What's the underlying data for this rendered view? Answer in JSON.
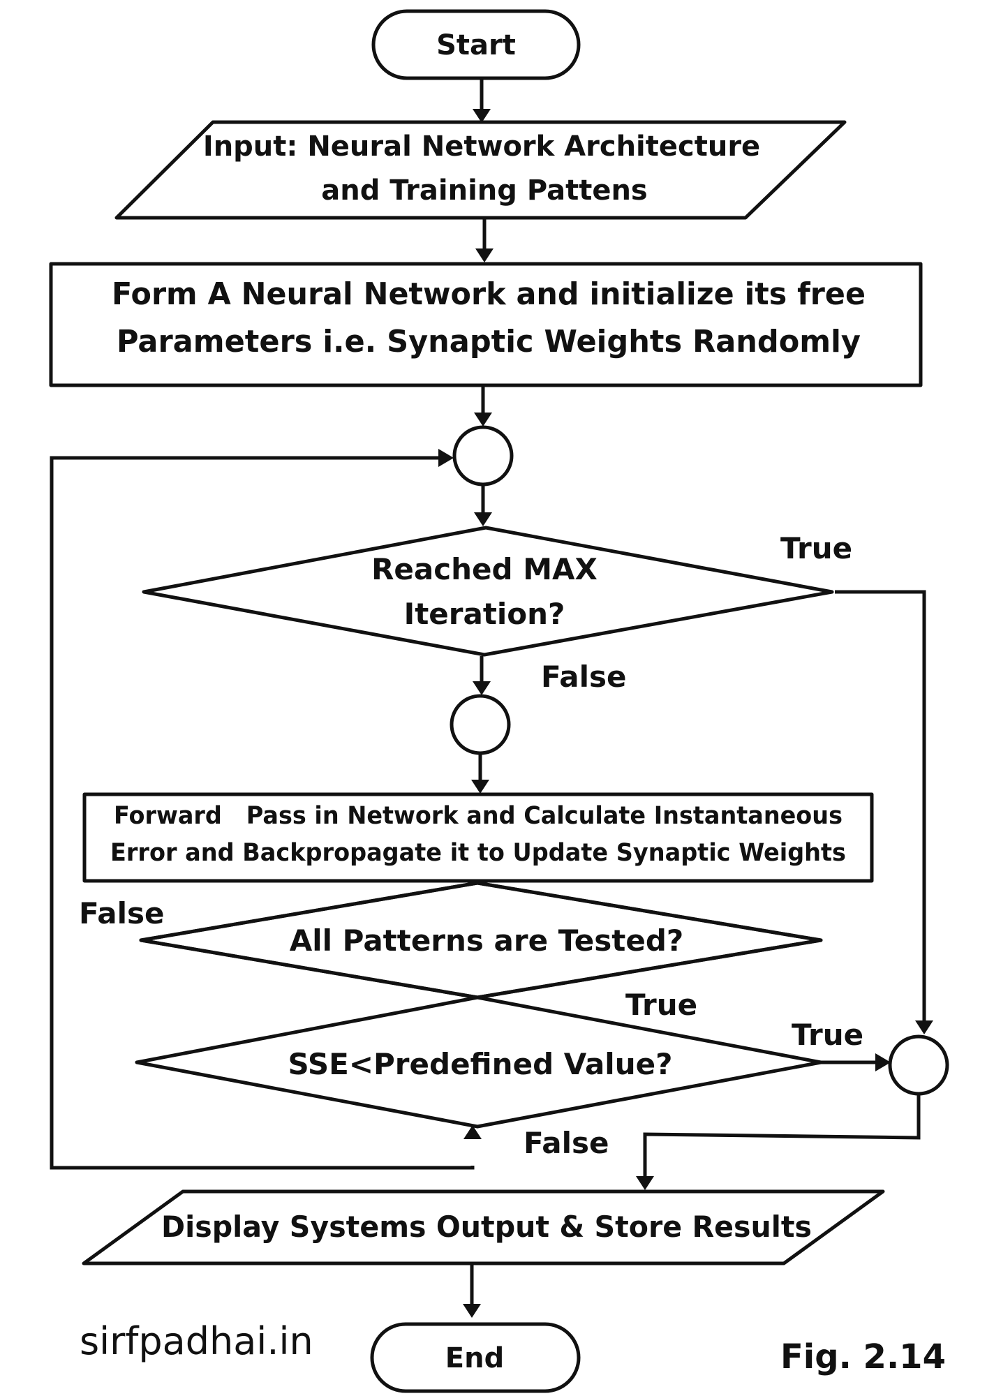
{
  "flowchart": {
    "start": "Start",
    "input_line1": "Input: Neural Network Architecture",
    "input_line2": "and Training Pattens",
    "init_line1": "Form A Neural Network and initialize its free",
    "init_line2": "Parameters i.e. Synaptic Weights Randomly",
    "decision_max_line1": "Reached MAX",
    "decision_max_line2": "Iteration?",
    "process_line1": "Forward   Pass in Network and Calculate Instantaneous",
    "process_line2": "Error and Backpropagate it to Update Synaptic Weights",
    "decision_patterns": "All Patterns are Tested?",
    "decision_sse": "SSE<Predefined Value?",
    "output": "Display Systems Output & Store Results",
    "end": "End"
  },
  "labels": {
    "max_true": "True",
    "max_false": "False",
    "patterns_false": "False",
    "patterns_true": "True",
    "sse_true": "True",
    "sse_false": "False"
  },
  "footer": {
    "watermark": "sirfpadhai.in",
    "figure": "Fig. 2.14"
  },
  "colors": {
    "stroke": "#111111",
    "background": "#ffffff"
  }
}
